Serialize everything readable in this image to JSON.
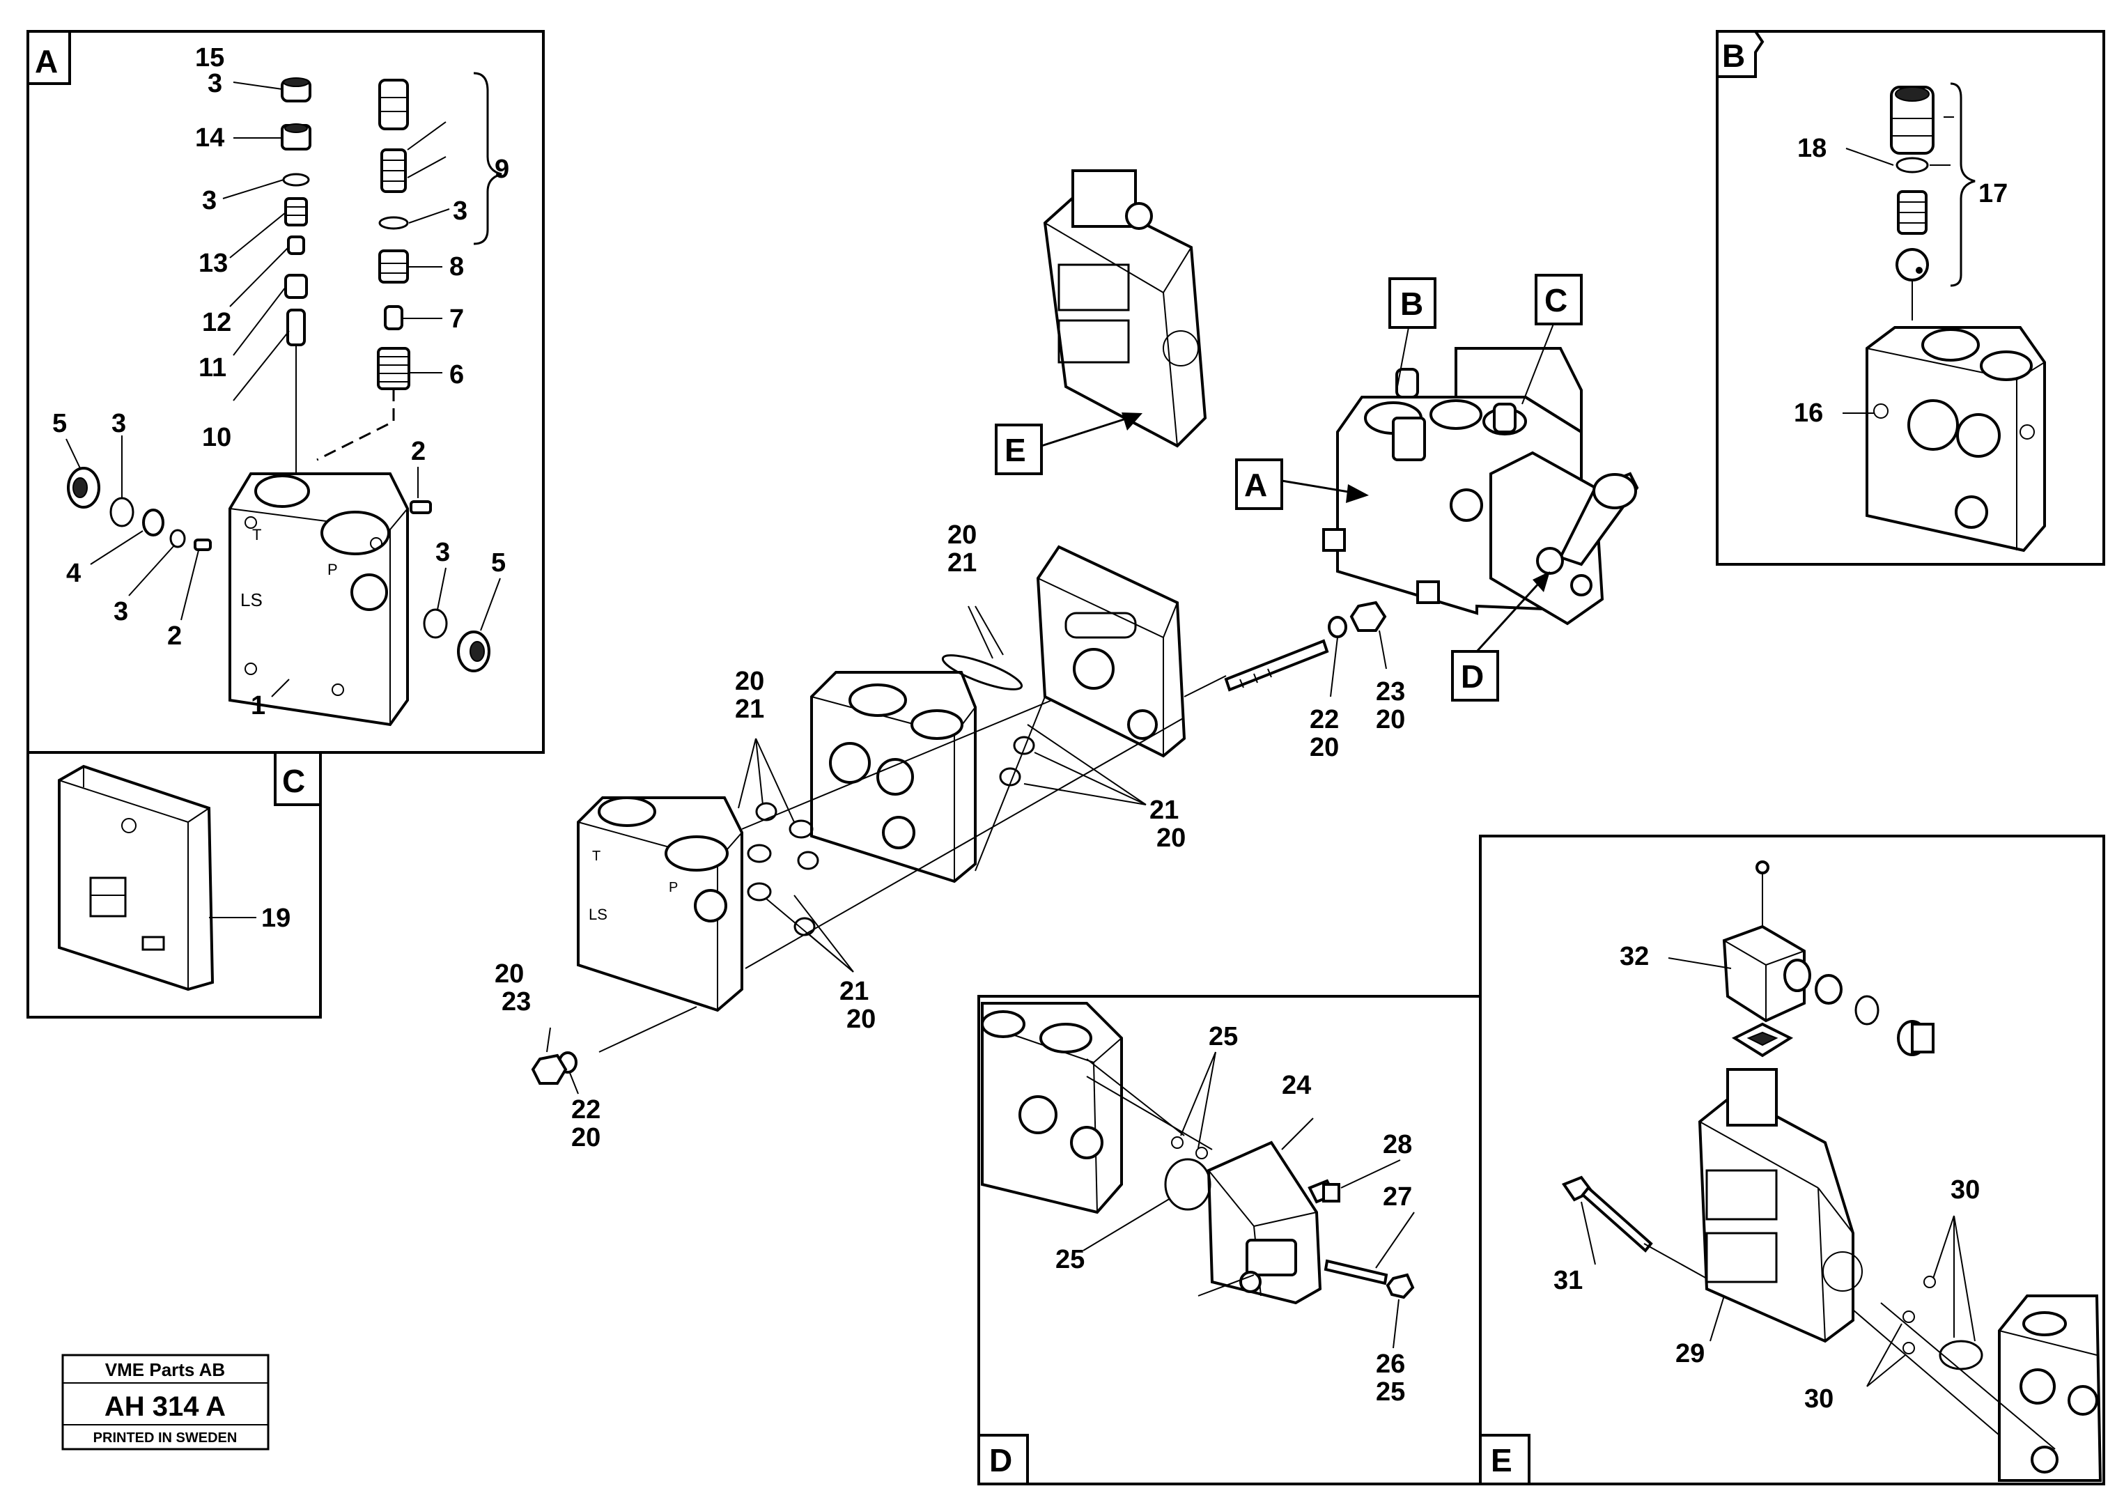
{
  "panels": {
    "A": "A",
    "B": "B",
    "C": "C",
    "D": "D",
    "E": "E"
  },
  "callout_tags": {
    "A": "A",
    "B": "B",
    "C": "C",
    "D": "D",
    "E": "E"
  },
  "labels": {
    "a15": "15",
    "a3a": "3",
    "a14": "14",
    "a3b": "3",
    "a13": "13",
    "a12": "12",
    "a11": "11",
    "a10": "10",
    "a9": "9",
    "a3c": "3",
    "a8": "8",
    "a7": "7",
    "a6": "6",
    "a5a": "5",
    "a3d": "3",
    "a4": "4",
    "a3e": "3",
    "a2a": "2",
    "a2b": "2",
    "a3f": "3",
    "a5b": "5",
    "a1": "1",
    "b18": "18",
    "b17": "17",
    "b16": "16",
    "c19": "19",
    "m20a": "20",
    "m21a": "21",
    "m20b": "20",
    "m21b": "21",
    "m21c": "21",
    "m20c": "20",
    "m21d": "21",
    "m20d": "20",
    "m20e": "20",
    "m23a": "23",
    "m22a": "22",
    "m20f": "20",
    "m22b": "22",
    "m20g": "20",
    "m23b": "23",
    "m20h": "20",
    "d25a": "25",
    "d24": "24",
    "d28": "28",
    "d27": "27",
    "d25b": "25",
    "d26": "26",
    "d25c": "25",
    "e32": "32",
    "e30a": "30",
    "e31": "31",
    "e29": "29",
    "e30b": "30"
  },
  "valve_marks": {
    "t": "T",
    "p": "P",
    "ls": "LS"
  },
  "stamp": {
    "company": "VME Parts AB",
    "code": "AH 314  A",
    "printed": "PRINTED IN SWEDEN"
  }
}
